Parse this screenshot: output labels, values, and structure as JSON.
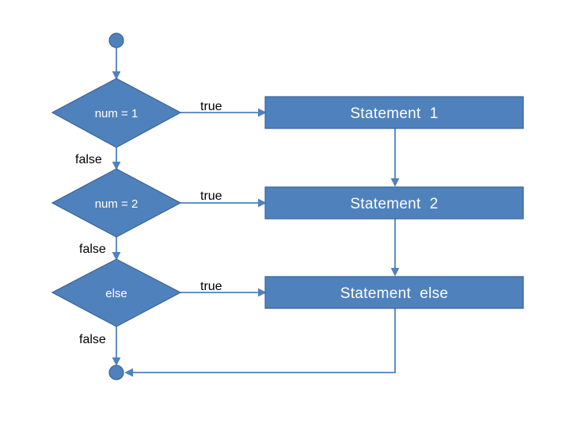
{
  "colors": {
    "node_fill": "#4f81bd",
    "node_stroke": "#3a6593",
    "edge": "#4f81bd",
    "background": "#ffffff"
  },
  "decisions": [
    {
      "label": "num = 1",
      "true_label": "true",
      "false_label": "false"
    },
    {
      "label": "num = 2",
      "true_label": "true",
      "false_label": "false"
    },
    {
      "label": "else",
      "true_label": "true",
      "false_label": "false"
    }
  ],
  "statements": [
    {
      "label": "Statement  1"
    },
    {
      "label": "Statement  2"
    },
    {
      "label": "Statement  else"
    }
  ],
  "terminals": {
    "start": "start-node",
    "end": "end-node"
  }
}
